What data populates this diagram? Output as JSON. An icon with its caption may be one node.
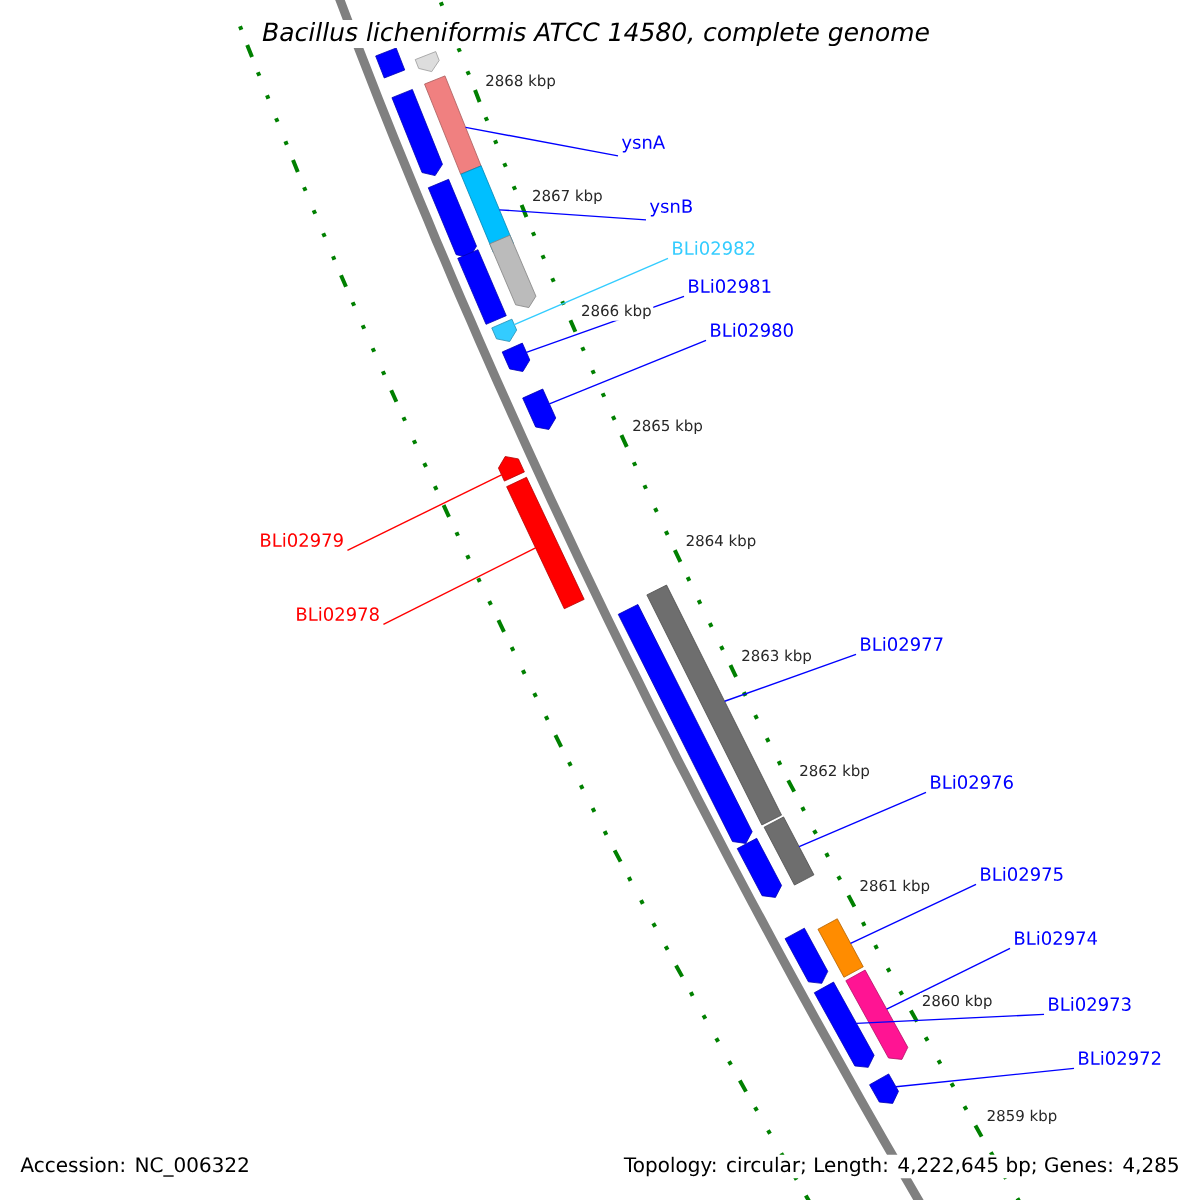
{
  "diagram": {
    "title": "Bacillus licheniformis ATCC 14580, complete genome",
    "nodes": [
      {
        "text": [
          "ysnA"
        ]
      },
      {
        "text": [
          "ysnB"
        ]
      },
      {
        "text": [
          "BLi02982"
        ]
      },
      {
        "text": [
          "BLi02981"
        ]
      },
      {
        "text": [
          "BLi02980"
        ]
      },
      {
        "text": [
          "BLi02979"
        ]
      },
      {
        "text": [
          "BLi02978"
        ]
      },
      {
        "text": [
          "BLi02977"
        ]
      },
      {
        "text": [
          "BLi02976"
        ]
      },
      {
        "text": [
          "BLi02975"
        ]
      },
      {
        "text": [
          "BLi02974"
        ]
      },
      {
        "text": [
          "BLi02973"
        ]
      },
      {
        "text": [
          "BLi02972"
        ]
      },
      {
        "text": [],
        "shape": "bar"
      },
      {
        "text": [],
        "shape": "bar"
      },
      {
        "text": [],
        "shape": "arrow"
      },
      {
        "text": [],
        "shape": "arrow"
      },
      {
        "text": [],
        "shape": "arrow"
      },
      {
        "text": [],
        "shape": "arrow"
      },
      {
        "text": [],
        "shape": "bar"
      },
      {
        "text": [],
        "shape": "bar"
      },
      {
        "text": [],
        "shape": "bar"
      },
      {
        "text": [],
        "shape": "bar"
      },
      {
        "text": [],
        "shape": "arrow"
      },
      {
        "text": [],
        "shape": "arrow"
      },
      {
        "text": [],
        "shape": "arrow"
      },
      {
        "text": [],
        "shape": "bar"
      },
      {
        "text": [],
        "shape": "arrow"
      },
      {
        "text": [],
        "shape": "arrow"
      },
      {
        "text": [],
        "shape": "arrow"
      },
      {
        "text": [],
        "shape": "bar"
      },
      {
        "text": [],
        "shape": "arrow"
      },
      {
        "text": [],
        "shape": "arrow"
      },
      {
        "text": [],
        "shape": "arrow"
      },
      {
        "text": [],
        "shape": "arrow"
      }
    ],
    "edges": [
      {
        "from": 0,
        "to": 13,
        "arrow": "none"
      },
      {
        "from": 1,
        "to": 14,
        "arrow": "none"
      },
      {
        "from": 2,
        "to": 15,
        "arrow": "none",
        "color": "#33ccff"
      },
      {
        "from": 3,
        "to": 16,
        "arrow": "none"
      },
      {
        "from": 4,
        "to": 17,
        "arrow": "none"
      },
      {
        "from": 5,
        "to": 18,
        "arrow": "none",
        "color": "#ff0000"
      },
      {
        "from": 6,
        "to": 19,
        "arrow": "none",
        "color": "#ff0000"
      },
      {
        "from": 7,
        "to": 20,
        "arrow": "none"
      },
      {
        "from": 8,
        "to": 21,
        "arrow": "none"
      },
      {
        "from": 9,
        "to": 22,
        "arrow": "none"
      },
      {
        "from": 10,
        "to": 23,
        "arrow": "none"
      },
      {
        "from": 11,
        "to": 24,
        "arrow": "none"
      },
      {
        "from": 12,
        "to": 25,
        "arrow": "none"
      }
    ],
    "labels": [
      "2868 kbp",
      "2867 kbp",
      "2866 kbp",
      "2865 kbp",
      "2864 kbp",
      "2863 kbp",
      "2862 kbp",
      "2861 kbp",
      "2860 kbp",
      "2859 kbp",
      "Accession: NC_006322",
      "Topology: circular; Length: 4,222,645 bp; Genes: 4,285"
    ]
  }
}
